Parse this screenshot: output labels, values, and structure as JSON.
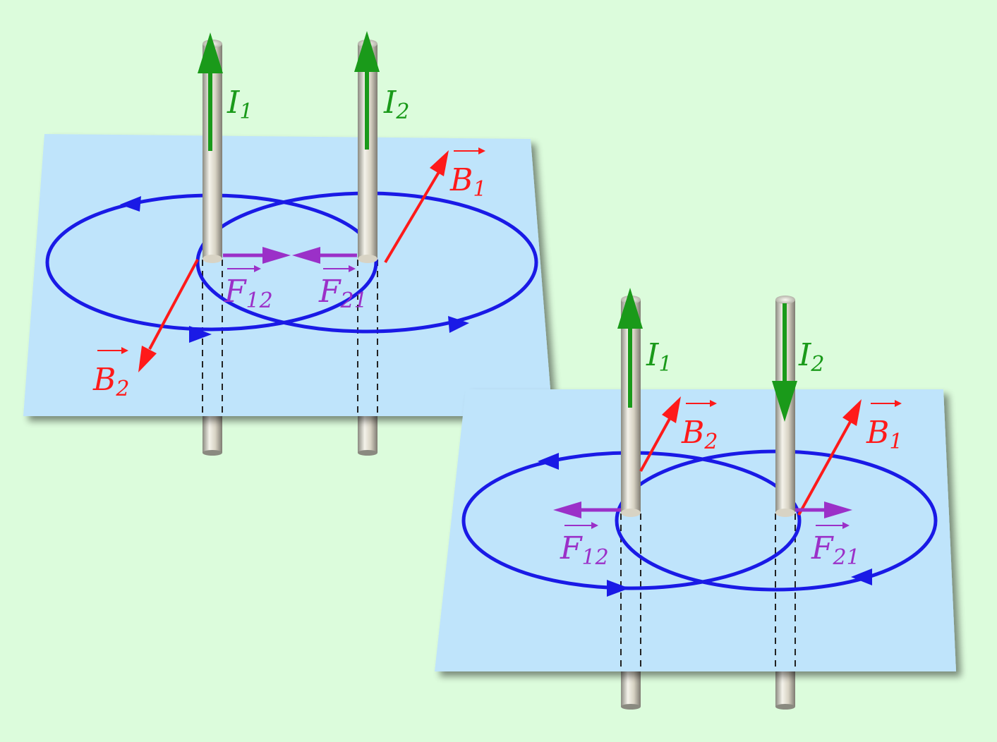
{
  "colors": {
    "background": "#dcfcdc",
    "plane": "#bfe4fb",
    "field_line": "#1a1ae6",
    "current": "#1a9a1a",
    "induction": "#ff1a1a",
    "force": "#9b30c8"
  },
  "icons": [
    "wire-conductor-icon",
    "current-arrow-icon",
    "field-arrow-icon",
    "force-arrow-icon"
  ],
  "panels": [
    {
      "case": "parallel currents (attraction)",
      "labels": {
        "I1_main": "I",
        "I1_sub": "1",
        "I2_main": "I",
        "I2_sub": "2",
        "B1_main": "B",
        "B1_sub": "1",
        "B2_main": "B",
        "B2_sub": "2",
        "F12_main": "F",
        "F12_sub": "12",
        "F21_main": "F",
        "F21_sub": "21"
      }
    },
    {
      "case": "antiparallel currents (repulsion)",
      "labels": {
        "I1_main": "I",
        "I1_sub": "1",
        "I2_main": "I",
        "I2_sub": "2",
        "B1_main": "B",
        "B1_sub": "1",
        "B2_main": "B",
        "B2_sub": "2",
        "F12_main": "F",
        "F12_sub": "12",
        "F21_main": "F",
        "F21_sub": "21"
      }
    }
  ]
}
